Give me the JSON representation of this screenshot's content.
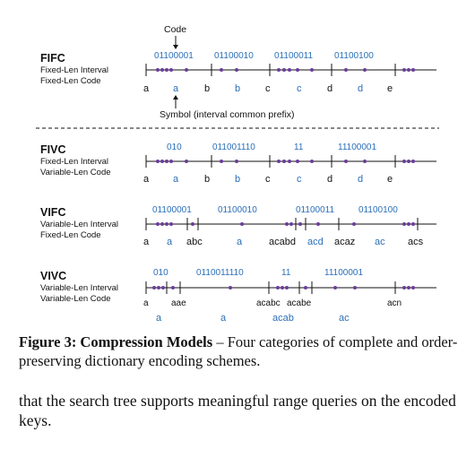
{
  "figure": {
    "panels": [
      {
        "id": "fifc",
        "title": "FIFC",
        "desc1": "Fixed-Len Interval",
        "desc2": "Fixed-Len Code",
        "codes": [
          "01100001",
          "01100010",
          "01100011",
          "01100100"
        ],
        "symbols_row1": [
          "a",
          "a",
          "b",
          "b",
          "c",
          "c",
          "d",
          "d",
          "e"
        ],
        "symbols_row2": []
      },
      {
        "id": "fivc",
        "title": "FIVC",
        "desc1": "Fixed-Len Interval",
        "desc2": "Variable-Len Code",
        "codes": [
          "010",
          "011001110",
          "11",
          "11100001"
        ],
        "symbols_row1": [
          "a",
          "a",
          "b",
          "b",
          "c",
          "c",
          "d",
          "d",
          "e"
        ],
        "symbols_row2": []
      },
      {
        "id": "vifc",
        "title": "VIFC",
        "desc1": "Variable-Len Interval",
        "desc2": "Fixed-Len Code",
        "codes": [
          "01100001",
          "01100010",
          "01100011",
          "01100100"
        ],
        "symbols_row1": [
          "a",
          "a",
          "abc",
          "a",
          "acabd",
          "acd",
          "acaz",
          "ac",
          "acs"
        ],
        "symbols_row2": []
      },
      {
        "id": "vivc",
        "title": "VIVC",
        "desc1": "Variable-Len Interval",
        "desc2": "Variable-Len Code",
        "codes": [
          "010",
          "0110011110",
          "11",
          "11100001"
        ],
        "symbols_row1": [
          "a",
          "aae",
          "acabc",
          "acabe",
          "acn"
        ],
        "symbols_row2": [
          "a",
          "a",
          "acab",
          "ac"
        ]
      }
    ],
    "annotations": {
      "code_label": "Code",
      "symbol_label": "Symbol (interval common prefix)"
    },
    "colors": {
      "blue": "#2b6fb8",
      "purple": "#6a3d9a",
      "black": "#111111"
    }
  },
  "caption": {
    "label": "Figure 3: Compression Models",
    "text": " – Four categories of complete and order-preserving dictionary encoding schemes."
  },
  "body_text": "that the search tree supports meaningful range queries on the encoded keys."
}
